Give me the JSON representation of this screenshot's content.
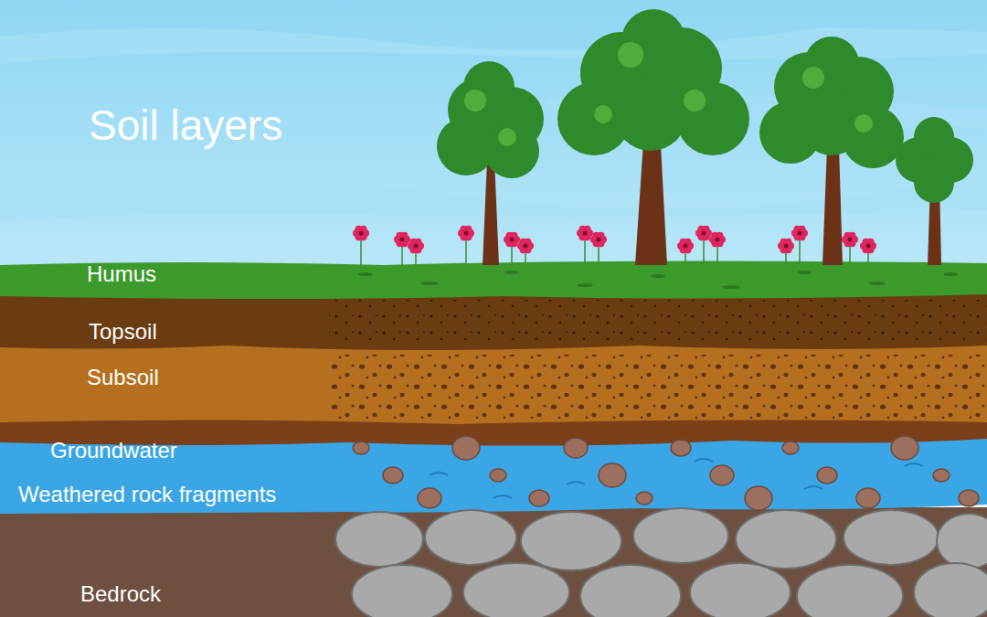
{
  "diagram": {
    "title": "Soil layers",
    "labels": [
      "Humus",
      "Topsoil",
      "Subsoil",
      "Groundwater",
      "Weathered rock fragments",
      "Bedrock"
    ]
  }
}
